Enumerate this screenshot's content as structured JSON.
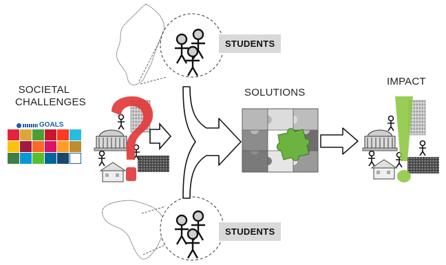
{
  "labels": {
    "societal_challenges_line1": "SOCIETAL",
    "societal_challenges_line2": "CHALLENGES",
    "solutions": "SOLUTIONS",
    "impact": "IMPACT",
    "students_top": "STUDENTS",
    "students_bottom": "STUDENTS"
  },
  "sdg": {
    "goals_word": "GOALS"
  },
  "colors": {
    "question_mark": "#e23b3b",
    "exclamation_mark": "#8cc63f",
    "puzzle_highlight": "#6cb33f",
    "students_badge": "#d9d9d9",
    "sdg_tiles": [
      "#e5243b",
      "#dda63a",
      "#4c9f38",
      "#c5192d",
      "#ff3a21",
      "#26bde2",
      "#fcc30b",
      "#a21942",
      "#fd6925",
      "#dd1367",
      "#fd9d24",
      "#bf8b2e",
      "#3f7e44",
      "#0a97d9",
      "#56c02b",
      "#00689d",
      "#19486a",
      "#ffffff"
    ]
  },
  "icons": [
    "map-sweden-icon",
    "map-africa-icon",
    "students-group-icon",
    "building-icon",
    "house-icon",
    "office-tower-icon",
    "person-icon",
    "puzzle-icon",
    "arrow-icon"
  ]
}
